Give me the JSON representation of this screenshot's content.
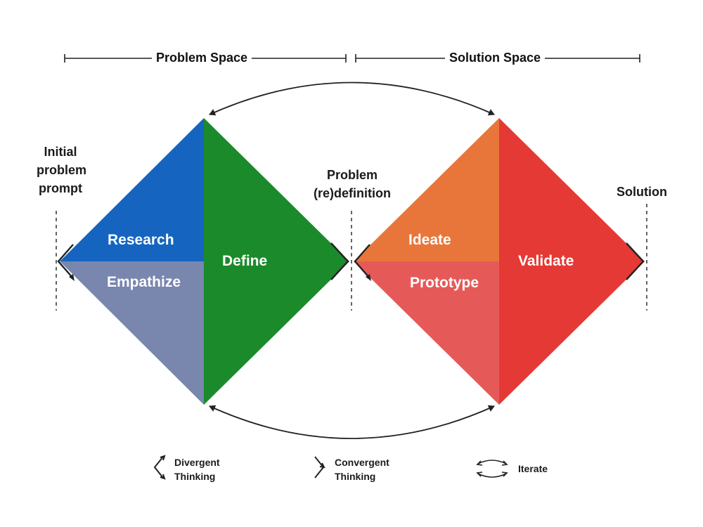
{
  "header": {
    "problem_space": "Problem Space",
    "solution_space": "Solution Space"
  },
  "stages": {
    "initial_line1": "Initial",
    "initial_line2": "problem",
    "initial_line3": "prompt",
    "redefinition_line1": "Problem",
    "redefinition_line2": "(re)definition",
    "solution": "Solution"
  },
  "quadrants": {
    "research": "Research",
    "empathize": "Empathize",
    "define": "Define",
    "ideate": "Ideate",
    "prototype": "Prototype",
    "validate": "Validate"
  },
  "colors": {
    "research": "#1565c0",
    "empathize": "#7986ae",
    "define": "#1b8a2b",
    "ideate": "#e8763a",
    "prototype": "#e55a58",
    "validate": "#e53935"
  },
  "legend": {
    "divergent_line1": "Divergent",
    "divergent_line2": "Thinking",
    "convergent_line1": "Convergent",
    "convergent_line2": "Thinking",
    "iterate": "Iterate",
    "divergent_icon": "divergent-chevron-icon",
    "convergent_icon": "convergent-chevron-icon",
    "iterate_icon": "iterate-arrows-icon"
  }
}
